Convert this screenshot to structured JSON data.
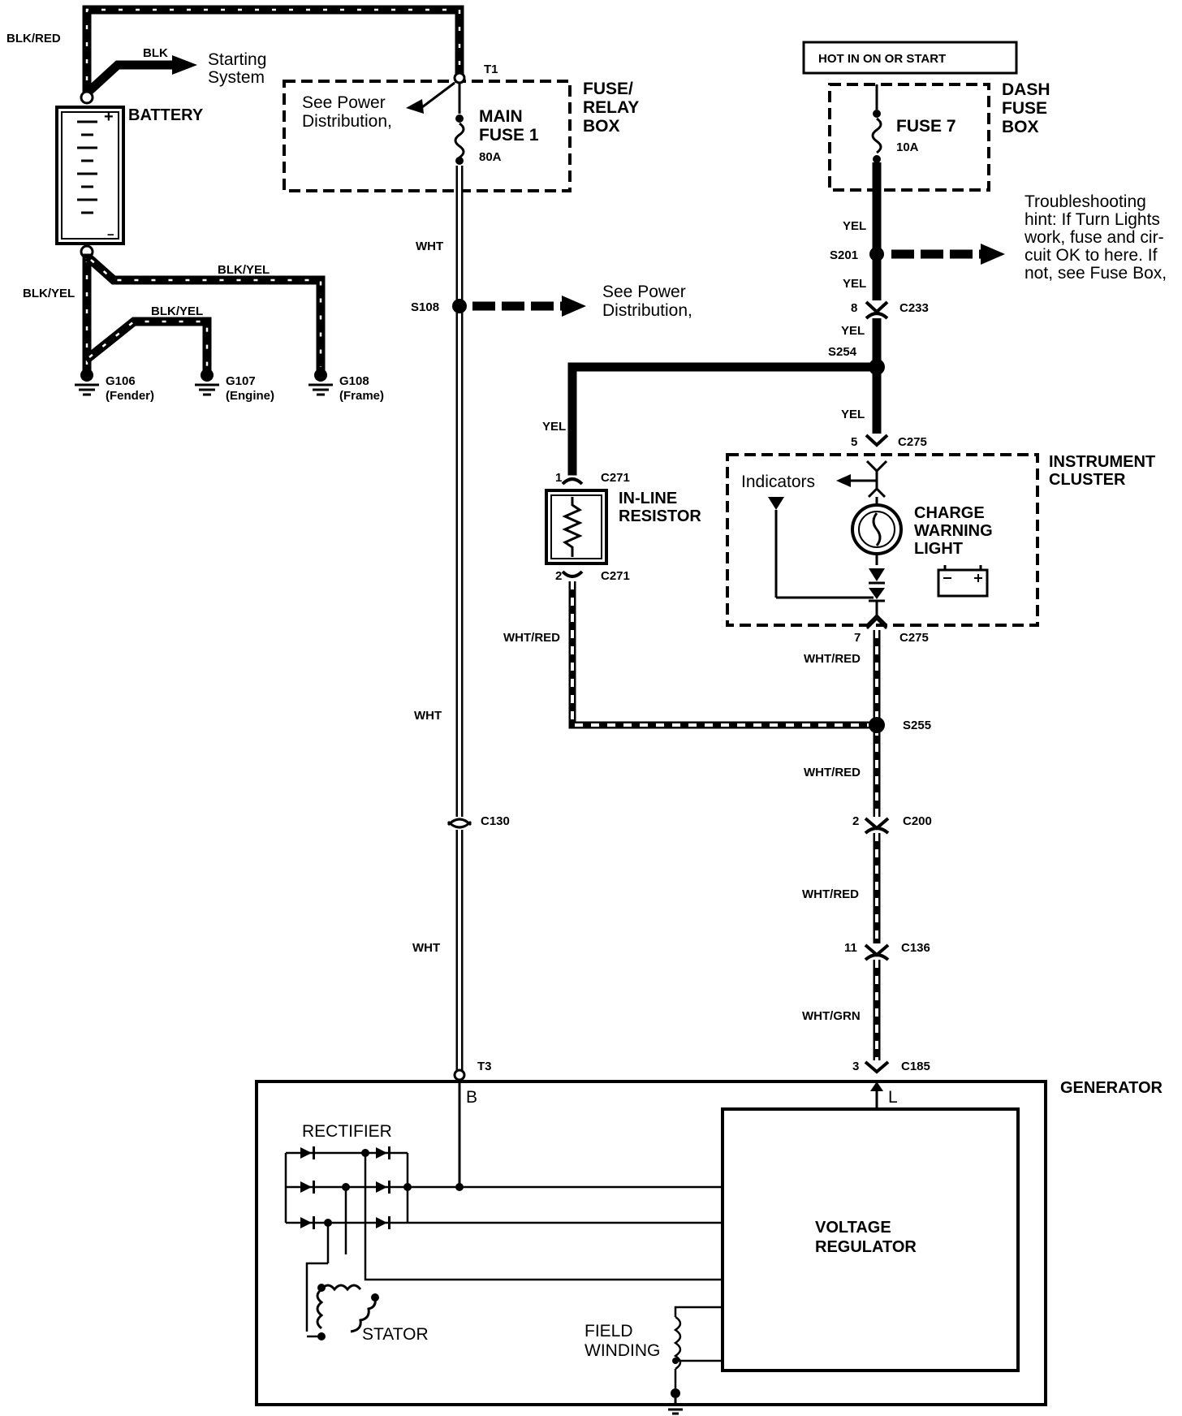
{
  "battery": {
    "label": "BATTERY",
    "plus": "+",
    "minus": "−",
    "wire_top": "BLK/RED",
    "wire_start": "BLK",
    "starting_system": [
      "Starting",
      "System"
    ],
    "wire_ground_main": "BLK/YEL",
    "wire_ground_left": "BLK/YEL",
    "wire_ground_mid": "BLK/YEL"
  },
  "grounds": [
    {
      "id": "G106",
      "desc": "(Fender)"
    },
    {
      "id": "G107",
      "desc": "(Engine)"
    },
    {
      "id": "G108",
      "desc": "(Frame)"
    }
  ],
  "fuse_relay_box": {
    "title": [
      "FUSE/",
      "RELAY",
      "BOX"
    ],
    "terminal": "T1",
    "see_power": [
      "See Power",
      "Distribution,"
    ],
    "fuse_name": [
      "MAIN",
      "FUSE 1"
    ],
    "fuse_rating": "80A"
  },
  "left_circuit": {
    "wire1": "WHT",
    "splice": "S108",
    "see_power": [
      "See Power",
      "Distribution,"
    ],
    "wire2": "WHT",
    "connector": "C130",
    "wire3": "WHT",
    "terminal": "T3"
  },
  "dash_fuse_box": {
    "hot_label": "HOT IN ON OR START",
    "title": [
      "DASH",
      "FUSE",
      "BOX"
    ],
    "fuse_name": "FUSE 7",
    "fuse_rating": "10A"
  },
  "right_circuit": {
    "wire1": "YEL",
    "splice1": "S201",
    "hint": [
      "Troubleshooting",
      "hint: If Turn Lights",
      "work, fuse and cir-",
      "cuit OK to here. If",
      "not, see Fuse Box,"
    ],
    "wire2": "YEL",
    "c233_pin": "8",
    "c233": "C233",
    "wire3": "YEL",
    "splice2": "S254",
    "wire4": "YEL",
    "c275_top_pin": "5",
    "c275_top": "C275",
    "c275_bottom_pin": "7",
    "c275_bottom": "C275",
    "wire5": "WHT/RED",
    "splice3": "S255",
    "wire6": "WHT/RED",
    "c200_pin": "2",
    "c200": "C200",
    "wire7": "WHT/RED",
    "c136_pin": "11",
    "c136": "C136",
    "wire8": "WHT/GRN",
    "c185_pin": "3",
    "c185": "C185"
  },
  "resistor": {
    "wire_in": "YEL",
    "pin1": "1",
    "conn1": "C271",
    "label": [
      "IN-LINE",
      "RESISTOR"
    ],
    "pin2": "2",
    "conn2": "C271",
    "wire_out": "WHT/RED"
  },
  "instrument_cluster": {
    "title": [
      "INSTRUMENT",
      "CLUSTER"
    ],
    "indicators": "Indicators",
    "light_label": [
      "CHARGE",
      "WARNING",
      "LIGHT"
    ]
  },
  "generator": {
    "title": "GENERATOR",
    "term_b": "B",
    "term_l": "L",
    "rectifier": "RECTIFIER",
    "stator": "STATOR",
    "field_winding": [
      "FIELD",
      "WINDING"
    ],
    "voltage_regulator": [
      "VOLTAGE",
      "REGULATOR"
    ]
  }
}
